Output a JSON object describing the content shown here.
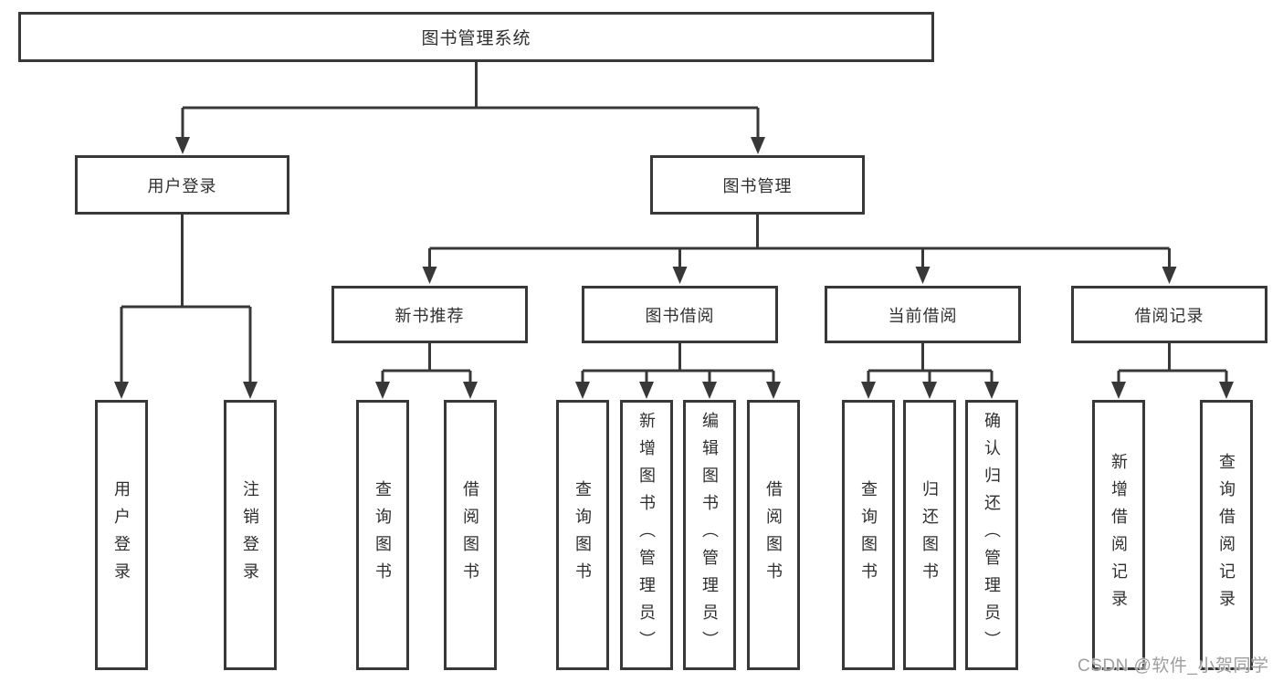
{
  "diagram": {
    "root": {
      "label": "图书管理系统"
    },
    "level2": {
      "user_login": {
        "label": "用户登录"
      },
      "book_management": {
        "label": "图书管理"
      }
    },
    "level3": {
      "new_book_recommend": {
        "label": "新书推荐"
      },
      "book_borrow": {
        "label": "图书借阅"
      },
      "current_borrow": {
        "label": "当前借阅"
      },
      "borrow_records": {
        "label": "借阅记录"
      }
    },
    "leaves": {
      "user_login": {
        "label": "用户登录"
      },
      "logout": {
        "label": "注销登录"
      },
      "nb_query": {
        "label": "查询图书"
      },
      "nb_borrow": {
        "label": "借阅图书"
      },
      "bb_query": {
        "label": "查询图书"
      },
      "bb_add": {
        "label": "新增图书（管理员）"
      },
      "bb_edit": {
        "label": "编辑图书（管理员）"
      },
      "bb_borrow": {
        "label": "借阅图书"
      },
      "cb_query": {
        "label": "查询图书"
      },
      "cb_return": {
        "label": "归还图书"
      },
      "cb_confirm": {
        "label": "确认归还（管理员）"
      },
      "br_add": {
        "label": "新增借阅记录"
      },
      "br_query": {
        "label": "查询借阅记录"
      }
    }
  },
  "watermark": {
    "text": "CSDN @软件_小贺同学"
  },
  "colors": {
    "line": "#383838",
    "box_border": "#383838",
    "text": "#2f2f2f",
    "watermark": "#9e9e9e",
    "background": "#ffffff"
  }
}
